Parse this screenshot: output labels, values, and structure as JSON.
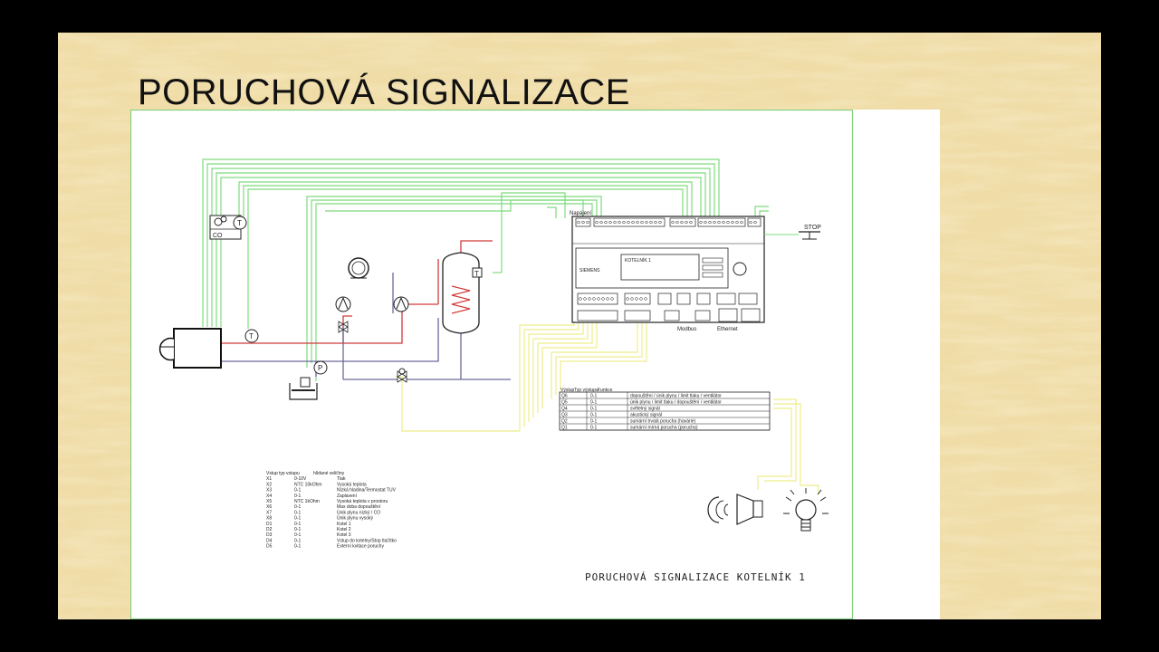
{
  "slide": {
    "title": "PORUCHOVÁ SIGNALIZACE"
  },
  "drawing": {
    "footer_title": "PORUCHOVÁ SIGNALIZACE KOTELNÍK 1",
    "controller": {
      "power_label": "Napájení",
      "brand": "SIEMENS",
      "display_text": "KOTELNÍK 1",
      "port_labels": [
        "Modbus",
        "Ethernet"
      ]
    },
    "stop_label": "STOP",
    "co_label": "CO",
    "sensor_labels": {
      "temp": "T",
      "pressure": "P",
      "tank_sensor": "T"
    },
    "outputs_table": {
      "header": [
        "Výstup",
        "Typ výstupu",
        "Funkce"
      ],
      "rows": [
        [
          "Q6",
          "0-1",
          "dopouštění / únik plynu / limit tlaku / ventilátor"
        ],
        [
          "Q5",
          "0-1",
          "únik plynu / limit tlaku / dopouštění / ventilátor"
        ],
        [
          "Q4",
          "0-1",
          "světelný signál"
        ],
        [
          "Q3",
          "0-1",
          "akustický signál"
        ],
        [
          "Q2",
          "0-1",
          "sumární trvalá porucha (havárie)"
        ],
        [
          "Q1",
          "0-1",
          "sumární mírná porucha (porucha)"
        ]
      ]
    },
    "inputs_table": {
      "header": [
        "Vstup",
        "typ vstupu",
        "hlídané veličiny"
      ],
      "rows": [
        [
          "X1",
          "0-10V",
          "Tlak"
        ],
        [
          "X2",
          "NTC 10kOhm",
          "Vysoká teplota"
        ],
        [
          "X3",
          "0-1",
          "Nízká hladina/Termostat TUV"
        ],
        [
          "X4",
          "0-1",
          "Zaplavení"
        ],
        [
          "X5",
          "NTC 1kOhm",
          "Vysoká teplota v prostoru"
        ],
        [
          "X6",
          "0-1",
          "Max doba dopouštění"
        ],
        [
          "X7",
          "0-1",
          "Únik plynu nízký / CO"
        ],
        [
          "X8",
          "0-1",
          "Únik plynu vysoký"
        ],
        [
          "D1",
          "0-1",
          "Kotel 1"
        ],
        [
          "D2",
          "0-1",
          "Kotel 2"
        ],
        [
          "D3",
          "0-1",
          "Kotel 3"
        ],
        [
          "D4",
          "0-1",
          "Vstup do kotelny/Stop tlačítko"
        ],
        [
          "D5",
          "0-1",
          "Externí kvitace poruchy"
        ]
      ]
    }
  }
}
